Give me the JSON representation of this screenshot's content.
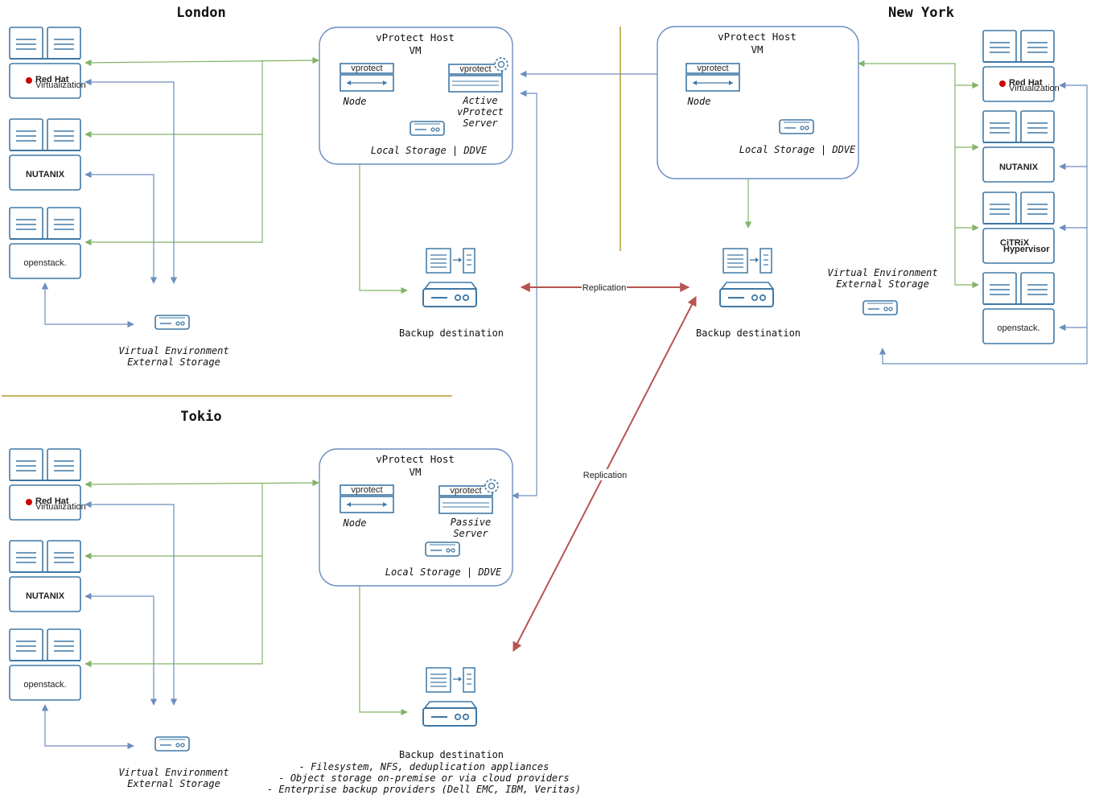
{
  "regions": {
    "london": "London",
    "new_york": "New York",
    "tokio": "Tokio"
  },
  "hosts": {
    "london": {
      "title": "vProtect Host",
      "subtitle": "VM",
      "node_label": "Node",
      "server_label": [
        "Active",
        "vProtect",
        "Server"
      ],
      "storage_label": "Local Storage | DDVE"
    },
    "new_york": {
      "title": "vProtect Host",
      "subtitle": "VM",
      "node_label": "Node",
      "storage_label": "Local Storage | DDVE"
    },
    "tokio": {
      "title": "vProtect Host",
      "subtitle": "VM",
      "node_label": "Node",
      "server_label": [
        "Passive",
        "Server"
      ],
      "storage_label": "Local Storage | DDVE"
    }
  },
  "appliance_badge": "vprotect",
  "platforms": {
    "redhat": [
      "Red Hat",
      "Virtualization"
    ],
    "nutanix": "NUTANIX",
    "openstack": "openstack.",
    "citrix": [
      "CiTRiX",
      "Hypervisor"
    ]
  },
  "backup_destination": "Backup destination",
  "backup_details": [
    "- Filesystem, NFS, deduplication appliances",
    "- Object storage on-premise or via cloud providers",
    "- Enterprise backup providers (Dell EMC, IBM, Veritas)"
  ],
  "external_storage": [
    "Virtual Environment",
    "External Storage"
  ],
  "replication_label": "Replication",
  "colors": {
    "device_blue": "#3f78a6",
    "link_green": "#82b366",
    "link_blue": "#6c8ebf",
    "replication_red": "#b85450",
    "divider_gold": "#c8b560"
  }
}
